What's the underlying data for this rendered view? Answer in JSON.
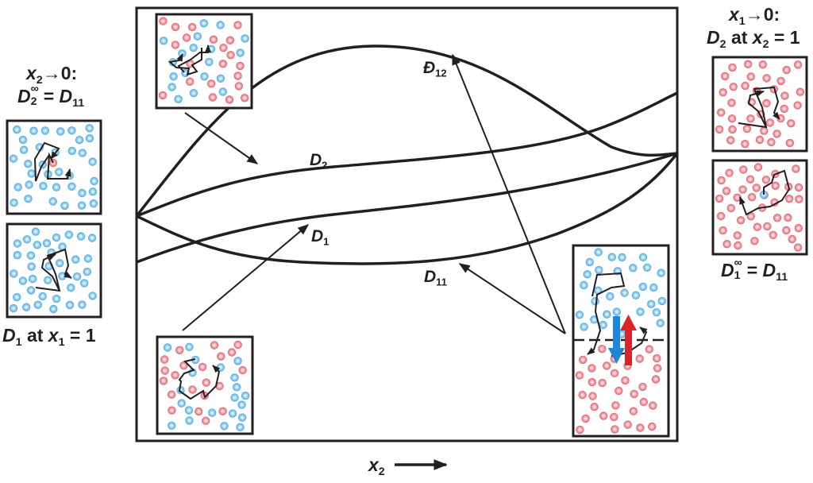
{
  "colors": {
    "component_1": "#5bb3e4",
    "component_2": "#e86a76",
    "arrow_blue": "#1e88d6",
    "arrow_red": "#d9252a",
    "ink": "#231f20"
  },
  "left_panel": {
    "title_var": "x",
    "title_sub": "2",
    "title_rest": "→0:",
    "eq_lhs": "D",
    "eq_lhs_sup": "∞",
    "eq_lhs_sub": "2",
    "eq_mid": "=",
    "eq_rhs": "D",
    "eq_rhs_sub": "11",
    "bottom_d": "D",
    "bottom_d_sub": "1",
    "bottom_at": "at",
    "bottom_x": "x",
    "bottom_x_sub": "1",
    "bottom_eq": "= 1"
  },
  "right_panel": {
    "title_var": "x",
    "title_sub": "1",
    "title_rest": "→0:",
    "line2_d": "D",
    "line2_d_sub": "2",
    "line2_at": "at",
    "line2_x": "x",
    "line2_x_sub": "2",
    "line2_eq": "= 1",
    "eq_lhs": "D",
    "eq_lhs_sup": "∞",
    "eq_lhs_sub": "1",
    "eq_mid": "=",
    "eq_rhs": "D",
    "eq_rhs_sub": "11"
  },
  "curves": {
    "maxwell_stefan": {
      "symbol": "Đ",
      "sub": "12"
    },
    "d2": {
      "symbol": "D",
      "sub": "2"
    },
    "d1": {
      "symbol": "D",
      "sub": "1"
    },
    "d11": {
      "symbol": "D",
      "sub": "11"
    }
  },
  "x_axis": {
    "var": "x",
    "sub": "2",
    "arrow": "right-arrow"
  }
}
